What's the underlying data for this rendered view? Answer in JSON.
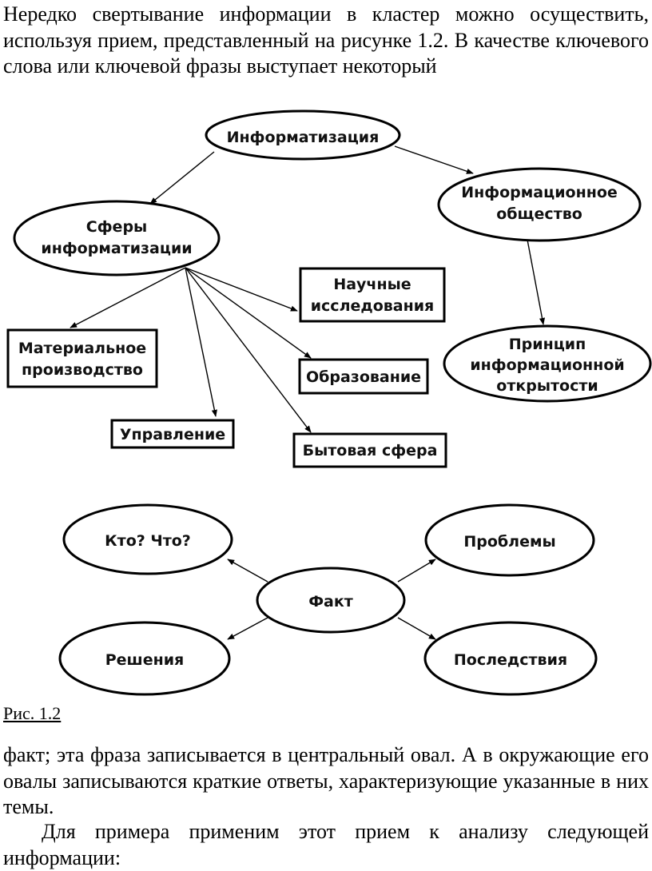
{
  "text": {
    "p1": "Нередко свертывание информации в кластер можно осуществить, используя прием, представленный на рисунке 1.2. В качестве ключевого слова или ключевой фразы выступает некоторый",
    "caption": "Рис. 1.2",
    "p2": "факт; эта фраза записывается в центральный овал. А в окружающие его овалы записываются краткие ответы, характеризующие указанные в них темы.",
    "p3": "Для примера применим этот прием к анализу следующей информации:"
  },
  "diagram1": {
    "informatization": "Информатизация",
    "spheres_line1": "Сферы",
    "spheres_line2": "информатизации",
    "info_society_line1": "Информационное",
    "info_society_line2": "общество",
    "principle_line1": "Принцип",
    "principle_line2": "информационной",
    "principle_line3": "открытости",
    "science_line1": "Научные",
    "science_line2": "исследования",
    "material_line1": "Материальное",
    "material_line2": "производство",
    "education": "Образование",
    "management": "Управление",
    "household": "Бытовая сфера"
  },
  "diagram2": {
    "fact": "Факт",
    "who_what": "Кто? Что?",
    "problems": "Проблемы",
    "solutions": "Решения",
    "consequences": "Последствия"
  }
}
